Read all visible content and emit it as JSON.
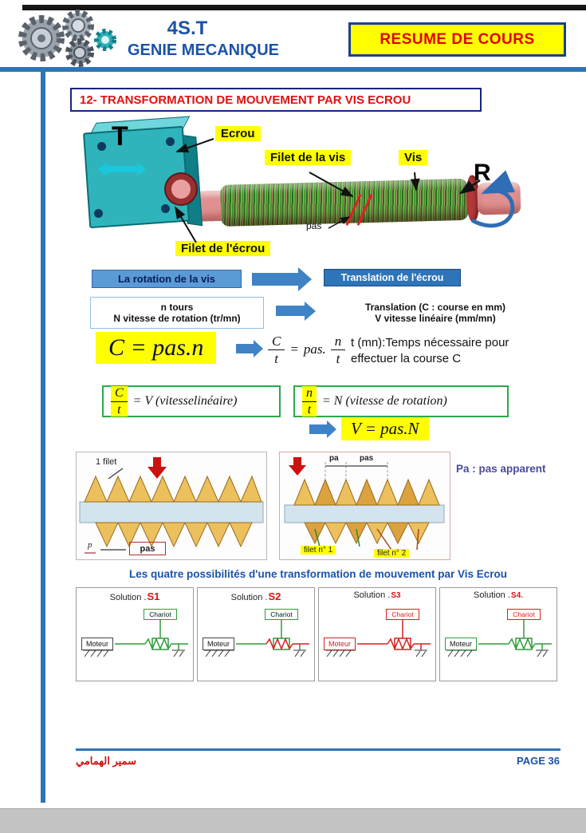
{
  "header": {
    "line1": "4S.T",
    "line2": "GENIE MECANIQUE",
    "banner": "RESUME DE COURS"
  },
  "section_title": "12- TRANSFORMATION DE MOUVEMENT PAR VIS ECROU",
  "illustration": {
    "t_label": "T",
    "r_label": "R",
    "ecrou": "Ecrou",
    "filet_vis": "Filet de la vis",
    "vis": "Vis",
    "pas": "pas",
    "filet_ecrou": "Filet de l'écrou"
  },
  "flow": {
    "rotation_box": "La rotation de la vis",
    "translation_box": "Translation de l'écrou",
    "n_line1": "n tours",
    "n_line2": "N vitesse de rotation (tr/mn)",
    "c_line1": "Translation (C : course en mm)",
    "c_line2": "V vitesse linéaire (mm/mn)"
  },
  "formulas": {
    "main": "C = pas.n",
    "c": "C",
    "t": "t",
    "n": "n",
    "eq": "=",
    "pas_dot": "pas.",
    "time_note1": "t (mn):Temps nécessaire pour",
    "time_note2": "effectuer la course C",
    "v_def": "= V (vitesselinéaire)",
    "n_def": "= N (vitesse de rotation)",
    "v_final": "V = pas.N"
  },
  "threads_fig": {
    "one_filet": "1 filet",
    "p": "p",
    "pas_left": "pas",
    "pa": "pa",
    "pas_right": "pas",
    "filet1": "filet n° 1",
    "filet2": "filet n° 2",
    "note": "Pa : pas apparent"
  },
  "solutions": {
    "heading": "Les quatre possibilités d'une transformation de mouvement par Vis Ecrou",
    "solution_word": "Solution .",
    "panels": [
      {
        "code": "S1",
        "moteur": "Moteur",
        "chariot": "Chariot"
      },
      {
        "code": "S2",
        "moteur": "Moteur",
        "chariot": "Chariot"
      },
      {
        "code": "S3",
        "moteur": "Moteur",
        "chariot": "Chariot"
      },
      {
        "code": "S4.",
        "moteur": "Moteur",
        "chariot": "Chariot"
      }
    ]
  },
  "page": {
    "author": "سمير الهمامي",
    "page_label": "PAGE 36"
  }
}
